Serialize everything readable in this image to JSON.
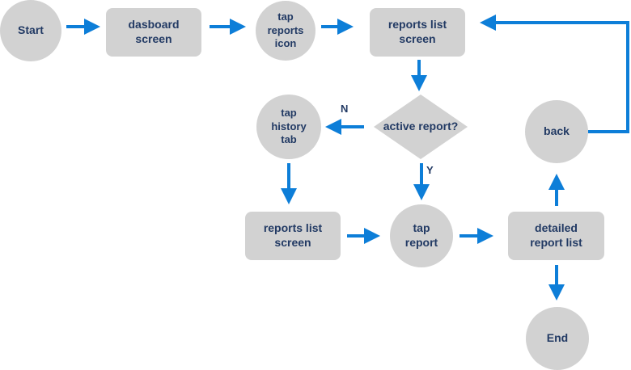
{
  "colors": {
    "background": "#ffffff",
    "shape-fill": "#d2d2d2",
    "label-text": "#223a64",
    "arrow": "#0d7ed8"
  },
  "diagram": {
    "nodes": [
      {
        "id": "start",
        "shape": "circle",
        "label": "Start"
      },
      {
        "id": "dashboard-screen",
        "shape": "rect",
        "label": "dasboard screen"
      },
      {
        "id": "tap-reports-icon",
        "shape": "circle",
        "label": "tap reports icon"
      },
      {
        "id": "reports-list-screen-top",
        "shape": "rect",
        "label": "reports list screen"
      },
      {
        "id": "active-report-decision",
        "shape": "diamond",
        "label": "active report?"
      },
      {
        "id": "tap-history-tab",
        "shape": "circle",
        "label": "tap history tab"
      },
      {
        "id": "back",
        "shape": "circle",
        "label": "back"
      },
      {
        "id": "reports-list-screen-bottom",
        "shape": "rect",
        "label": "reports list screen"
      },
      {
        "id": "tap-report",
        "shape": "circle",
        "label": "tap report"
      },
      {
        "id": "detailed-report-list",
        "shape": "rect",
        "label": "detailed report list"
      },
      {
        "id": "end",
        "shape": "circle",
        "label": "End"
      }
    ],
    "edges": [
      {
        "from": "start",
        "to": "dashboard-screen",
        "label": ""
      },
      {
        "from": "dashboard-screen",
        "to": "tap-reports-icon",
        "label": ""
      },
      {
        "from": "tap-reports-icon",
        "to": "reports-list-screen-top",
        "label": ""
      },
      {
        "from": "reports-list-screen-top",
        "to": "active-report-decision",
        "label": ""
      },
      {
        "from": "active-report-decision",
        "to": "tap-history-tab",
        "label": "N"
      },
      {
        "from": "active-report-decision",
        "to": "tap-report",
        "label": "Y"
      },
      {
        "from": "tap-history-tab",
        "to": "reports-list-screen-bottom",
        "label": ""
      },
      {
        "from": "reports-list-screen-bottom",
        "to": "tap-report",
        "label": ""
      },
      {
        "from": "tap-report",
        "to": "detailed-report-list",
        "label": ""
      },
      {
        "from": "detailed-report-list",
        "to": "back",
        "label": ""
      },
      {
        "from": "detailed-report-list",
        "to": "end",
        "label": ""
      },
      {
        "from": "back",
        "to": "reports-list-screen-top",
        "label": ""
      }
    ]
  }
}
